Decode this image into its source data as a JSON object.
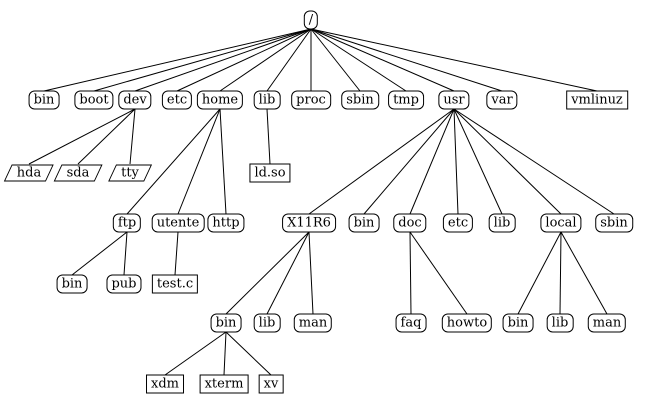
{
  "root": {
    "id": "root",
    "label": "/",
    "kind": "dir"
  },
  "nodes": [
    {
      "id": "bin",
      "label": "bin",
      "kind": "dir",
      "parent": "root"
    },
    {
      "id": "boot",
      "label": "boot",
      "kind": "dir",
      "parent": "root"
    },
    {
      "id": "dev",
      "label": "dev",
      "kind": "dir",
      "parent": "root"
    },
    {
      "id": "etc",
      "label": "etc",
      "kind": "dir",
      "parent": "root"
    },
    {
      "id": "home",
      "label": "home",
      "kind": "dir",
      "parent": "root"
    },
    {
      "id": "lib",
      "label": "lib",
      "kind": "dir",
      "parent": "root"
    },
    {
      "id": "proc",
      "label": "proc",
      "kind": "dir",
      "parent": "root"
    },
    {
      "id": "sbin",
      "label": "sbin",
      "kind": "dir",
      "parent": "root"
    },
    {
      "id": "tmp",
      "label": "tmp",
      "kind": "dir",
      "parent": "root"
    },
    {
      "id": "usr",
      "label": "usr",
      "kind": "dir",
      "parent": "root"
    },
    {
      "id": "var",
      "label": "var",
      "kind": "dir",
      "parent": "root"
    },
    {
      "id": "vmlinuz",
      "label": "vmlinuz",
      "kind": "file",
      "parent": "root"
    },
    {
      "id": "hda",
      "label": "hda",
      "kind": "device",
      "parent": "dev"
    },
    {
      "id": "sda",
      "label": "sda",
      "kind": "device",
      "parent": "dev"
    },
    {
      "id": "tty",
      "label": "tty",
      "kind": "device",
      "parent": "dev"
    },
    {
      "id": "ftp",
      "label": "ftp",
      "kind": "dir",
      "parent": "home"
    },
    {
      "id": "utente",
      "label": "utente",
      "kind": "dir",
      "parent": "home"
    },
    {
      "id": "http",
      "label": "http",
      "kind": "dir",
      "parent": "home"
    },
    {
      "id": "ldso",
      "label": "ld.so",
      "kind": "file",
      "parent": "lib"
    },
    {
      "id": "ftp_bin",
      "label": "bin",
      "kind": "dir",
      "parent": "ftp"
    },
    {
      "id": "ftp_pub",
      "label": "pub",
      "kind": "dir",
      "parent": "ftp"
    },
    {
      "id": "testc",
      "label": "test.c",
      "kind": "file",
      "parent": "utente"
    },
    {
      "id": "x11r6",
      "label": "X11R6",
      "kind": "dir",
      "parent": "usr"
    },
    {
      "id": "usr_bin",
      "label": "bin",
      "kind": "dir",
      "parent": "usr"
    },
    {
      "id": "usr_doc",
      "label": "doc",
      "kind": "dir",
      "parent": "usr"
    },
    {
      "id": "usr_etc",
      "label": "etc",
      "kind": "dir",
      "parent": "usr"
    },
    {
      "id": "usr_lib",
      "label": "lib",
      "kind": "dir",
      "parent": "usr"
    },
    {
      "id": "usr_local",
      "label": "local",
      "kind": "dir",
      "parent": "usr"
    },
    {
      "id": "usr_sbin",
      "label": "sbin",
      "kind": "dir",
      "parent": "usr"
    },
    {
      "id": "x_bin",
      "label": "bin",
      "kind": "dir",
      "parent": "x11r6"
    },
    {
      "id": "x_lib",
      "label": "lib",
      "kind": "dir",
      "parent": "x11r6"
    },
    {
      "id": "x_man",
      "label": "man",
      "kind": "dir",
      "parent": "x11r6"
    },
    {
      "id": "faq",
      "label": "faq",
      "kind": "dir",
      "parent": "usr_doc"
    },
    {
      "id": "howto",
      "label": "howto",
      "kind": "dir",
      "parent": "usr_doc"
    },
    {
      "id": "l_bin",
      "label": "bin",
      "kind": "dir",
      "parent": "usr_local"
    },
    {
      "id": "l_lib",
      "label": "lib",
      "kind": "dir",
      "parent": "usr_local"
    },
    {
      "id": "l_man",
      "label": "man",
      "kind": "dir",
      "parent": "usr_local"
    },
    {
      "id": "xdm",
      "label": "xdm",
      "kind": "file",
      "parent": "x_bin"
    },
    {
      "id": "xterm",
      "label": "xterm",
      "kind": "file",
      "parent": "x_bin"
    },
    {
      "id": "xv",
      "label": "xv",
      "kind": "file",
      "parent": "x_bin"
    }
  ]
}
